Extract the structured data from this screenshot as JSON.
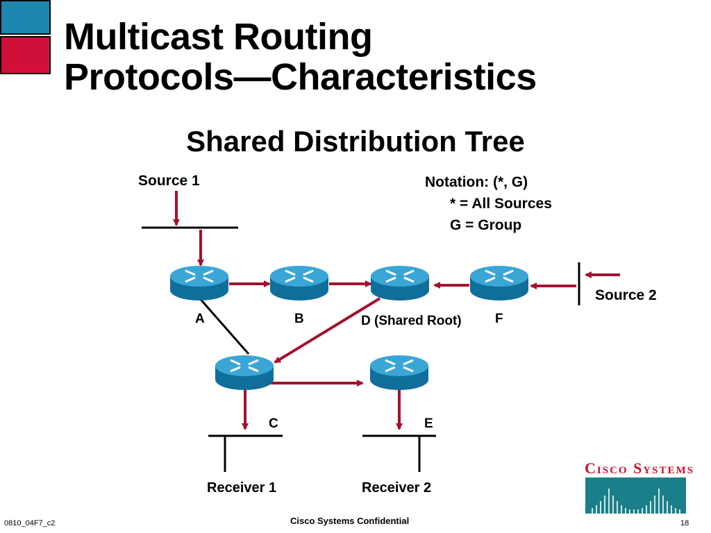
{
  "slide": {
    "title_line1": "Multicast Routing",
    "title_line2": "Protocols—Characteristics",
    "subtitle": "Shared Distribution Tree"
  },
  "diagram": {
    "source1": "Source 1",
    "source2": "Source 2",
    "routers": {
      "a": "A",
      "b": "B",
      "c": "C",
      "d": "D (Shared Root)",
      "e": "E",
      "f": "F"
    },
    "receiver1": "Receiver 1",
    "receiver2": "Receiver 2",
    "notation": {
      "line1": "Notation:  (*, G)",
      "line2": "*  = All Sources",
      "line3": "G = Group"
    }
  },
  "footer": {
    "code": "0810_04F7_c2",
    "confidential": "Cisco Systems Confidential",
    "page": "18",
    "logo": "Cisco Systems"
  },
  "colors": {
    "accent_blue": "#1b86b0",
    "accent_red": "#d0103a",
    "arrow": "#a3122e",
    "router": "#1f8fbf"
  }
}
